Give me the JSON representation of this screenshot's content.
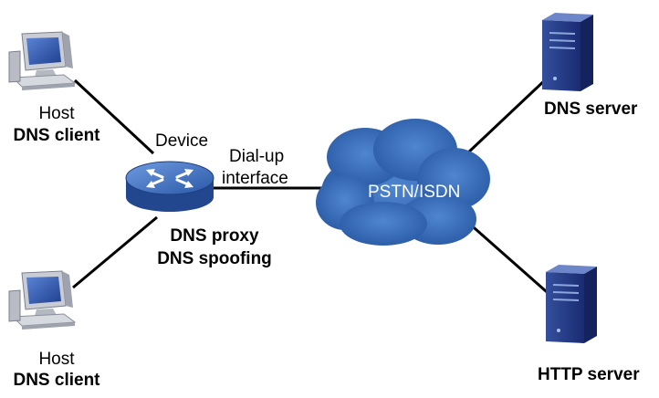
{
  "hosts": [
    {
      "role": "Host",
      "name": "DNS client"
    },
    {
      "role": "Host",
      "name": "DNS client"
    }
  ],
  "device": {
    "label": "Device",
    "function_line1": "DNS proxy",
    "function_line2": "DNS spoofing"
  },
  "link": {
    "label_line1": "Dial-up",
    "label_line2": "interface"
  },
  "network": {
    "label": "PSTN/ISDN"
  },
  "servers": [
    {
      "name": "DNS server"
    },
    {
      "name": "HTTP server"
    }
  ],
  "colors": {
    "line": "#000000",
    "cloud": "#2f63ad",
    "router": "#2f5ea8",
    "server": "#1c2e78",
    "monitor_screen": "#2c4ca0"
  }
}
